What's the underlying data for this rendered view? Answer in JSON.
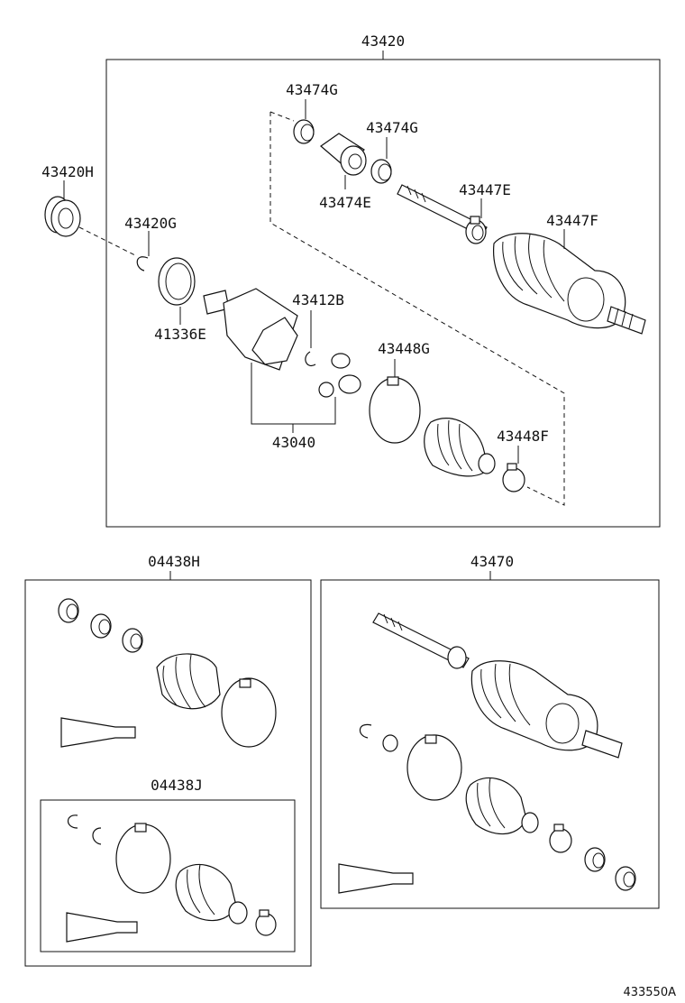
{
  "labels": {
    "p43420": "43420",
    "p43474g_a": "43474G",
    "p43474g_b": "43474G",
    "p43474e": "43474E",
    "p43447e": "43447E",
    "p43447f": "43447F",
    "p43420h": "43420H",
    "p43420g": "43420G",
    "p41336e": "41336E",
    "p43412b": "43412B",
    "p43448g": "43448G",
    "p43040": "43040",
    "p43448f": "43448F",
    "p04438h": "04438H",
    "p43470": "43470",
    "p04438j": "04438J"
  },
  "reference": "433550A"
}
